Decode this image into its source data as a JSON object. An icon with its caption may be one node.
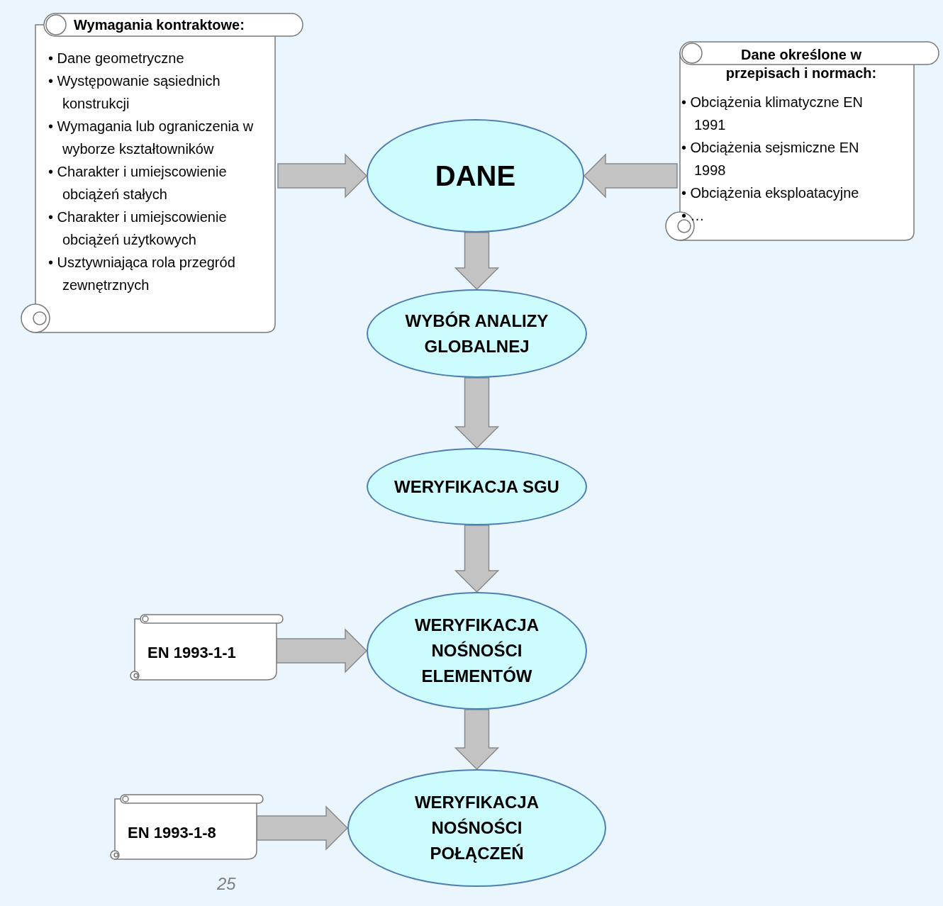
{
  "diagram": {
    "nodes": [
      {
        "text": [
          "Wymagania kontraktowe:",
          "• Dane geometryczne",
          "• Występowanie sąsiednich konstrukcji",
          "• Wymagania lub ograniczenia w wyborze kształtowników",
          "• Charakter i umiejscowienie obciążeń stałych",
          "• Charakter i umiejscowienie obciążeń użytkowych",
          "• Usztywniająca rola przegród zewnętrznych"
        ]
      },
      {
        "text": [
          "DANE"
        ]
      },
      {
        "text": [
          "Dane określone w przepisach i normach:",
          "• Obciążenia klimatyczne EN 1991",
          "• Obciążenia sejsmiczne EN 1998",
          "• Obciążenia eksploatacyjne",
          "• …"
        ]
      },
      {
        "text": [
          "WYBÓR ANALIZY GLOBALNEJ"
        ]
      },
      {
        "text": [
          "WERYFIKACJA SGU"
        ]
      },
      {
        "text": [
          "EN 1993-1-1"
        ]
      },
      {
        "text": [
          "WERYFIKACJA NOŚNOŚCI ELEMENTÓW"
        ]
      },
      {
        "text": [
          "EN 1993-1-8"
        ]
      },
      {
        "text": [
          "WERYFIKACJA NOŚNOŚCI POŁĄCZEŃ"
        ]
      }
    ],
    "edges": [
      {
        "from": 0,
        "to": 1,
        "arrow": "to"
      },
      {
        "from": 2,
        "to": 1,
        "arrow": "to"
      },
      {
        "from": 1,
        "to": 3,
        "arrow": "to"
      },
      {
        "from": 3,
        "to": 4,
        "arrow": "to"
      },
      {
        "from": 4,
        "to": 6,
        "arrow": "to"
      },
      {
        "from": 5,
        "to": 6,
        "arrow": "to"
      },
      {
        "from": 6,
        "to": 8,
        "arrow": "to"
      },
      {
        "from": 7,
        "to": 8,
        "arrow": "to"
      }
    ],
    "labels": [
      "25"
    ]
  }
}
